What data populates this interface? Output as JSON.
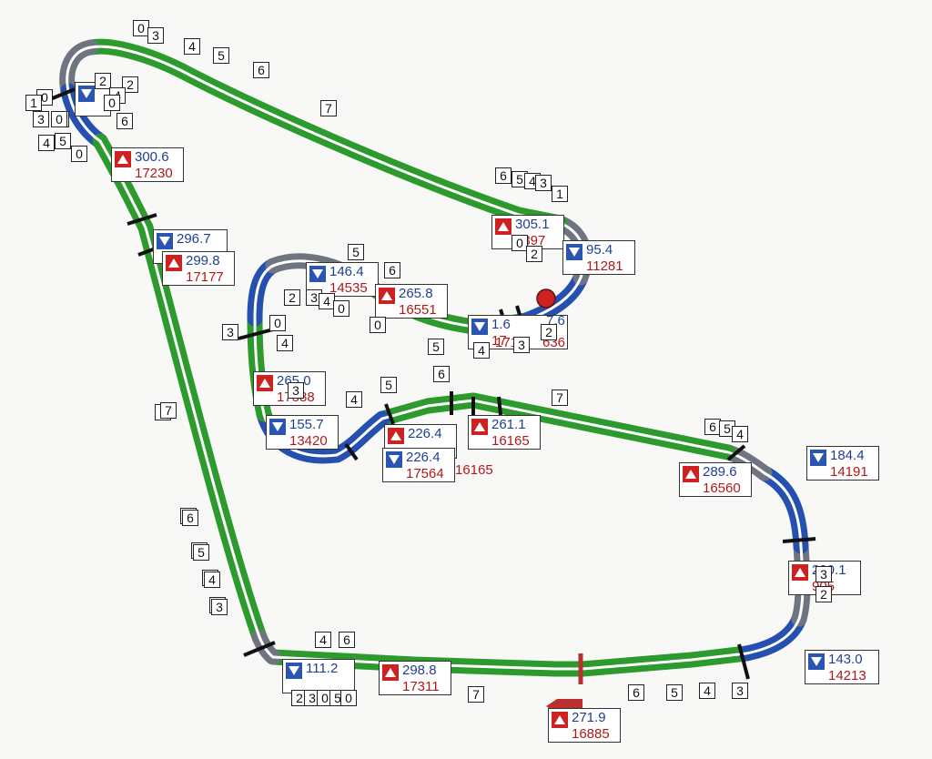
{
  "colors": {
    "full_throttle": "#2d9a2d",
    "braking": "#2550b0",
    "coasting": "#6f7480",
    "centerline": "#ffffff",
    "max_icon": "#cc2222",
    "min_icon": "#2a55b0",
    "speed_text": "#1f3f8f",
    "rpm_text": "#b21818"
  },
  "markers": {
    "start_dot": "#cc2222",
    "finish_dot": "#111111"
  },
  "speed_rpm_labels": [
    {
      "type": "min",
      "speed": "",
      "rpm": "",
      "name": "turn1-min"
    },
    {
      "type": "max",
      "speed": "300.6",
      "rpm": "17230",
      "name": "t1-exit-max"
    },
    {
      "type": "min",
      "speed": "296.7",
      "rpm": "",
      "name": "left-straight-min"
    },
    {
      "type": "max",
      "speed": "299.8",
      "rpm": "17177",
      "name": "left-straight-max"
    },
    {
      "type": "max",
      "speed": "305.1",
      "rpm": "7397",
      "name": "back-straight-max"
    },
    {
      "type": "min",
      "speed": "95.4",
      "rpm": "11281",
      "name": "hairpin-min"
    },
    {
      "type": "min",
      "speed": "146.4",
      "rpm": "14535",
      "name": "infield-left-min"
    },
    {
      "type": "max",
      "speed": "265.8",
      "rpm": "16551",
      "name": "infield-top-max"
    },
    {
      "type": "min",
      "speed": "1.6",
      "rpm": "17",
      "name": "infield-mid-min"
    },
    {
      "type": "max",
      "speed": "265.0",
      "rpm": "17388",
      "name": "infield-left-max"
    },
    {
      "type": "min",
      "speed": "155.7",
      "rpm": "13420",
      "name": "infield-low-min"
    },
    {
      "type": "max",
      "speed": "226.4",
      "rpm": "",
      "name": "middle-max"
    },
    {
      "type": "min",
      "speed": "226.4",
      "rpm": "17564",
      "name": "middle-min"
    },
    {
      "type": "max",
      "speed": "261.1",
      "rpm": "16165",
      "name": "middle-right-max"
    },
    {
      "type": "max",
      "speed": "289.6",
      "rpm": "16560",
      "name": "right-straight-max"
    },
    {
      "type": "min",
      "speed": "184.4",
      "rpm": "14191",
      "name": "right-upper-min"
    },
    {
      "type": "max",
      "speed": "290.1",
      "rpm": "905",
      "name": "right-mid-max"
    },
    {
      "type": "min",
      "speed": "143.0",
      "rpm": "14213",
      "name": "right-lower-min"
    },
    {
      "type": "min",
      "speed": "111.2",
      "rpm": "",
      "name": "bottom-left-min"
    },
    {
      "type": "max",
      "speed": "298.8",
      "rpm": "17311",
      "name": "bottom-straight-max"
    },
    {
      "type": "max",
      "speed": "271.9",
      "rpm": "16885",
      "name": "finish-max"
    }
  ],
  "extra_text": [
    "16165",
    "1711",
    "7.6",
    "636"
  ],
  "gear_labels": [
    "0",
    "3",
    "4",
    "5",
    "6",
    "7",
    "2",
    "2",
    "4",
    "0",
    "6",
    "0",
    "1",
    "0",
    "3",
    "0",
    "4",
    "5",
    "0",
    "7",
    "6",
    "5",
    "4",
    "3",
    "6",
    "5",
    "4",
    "3",
    "1",
    "0",
    "2",
    "5",
    "6",
    "2",
    "3",
    "4",
    "0",
    "0",
    "5",
    "4",
    "3",
    "2",
    "3",
    "0",
    "4",
    "3",
    "4",
    "5",
    "6",
    "7",
    "6",
    "5",
    "4",
    "2",
    "3",
    "7",
    "6",
    "5",
    "4",
    "3",
    "4",
    "6",
    "2",
    "3",
    "0",
    "5",
    "0",
    "7",
    "6",
    "5",
    "4",
    "3"
  ]
}
